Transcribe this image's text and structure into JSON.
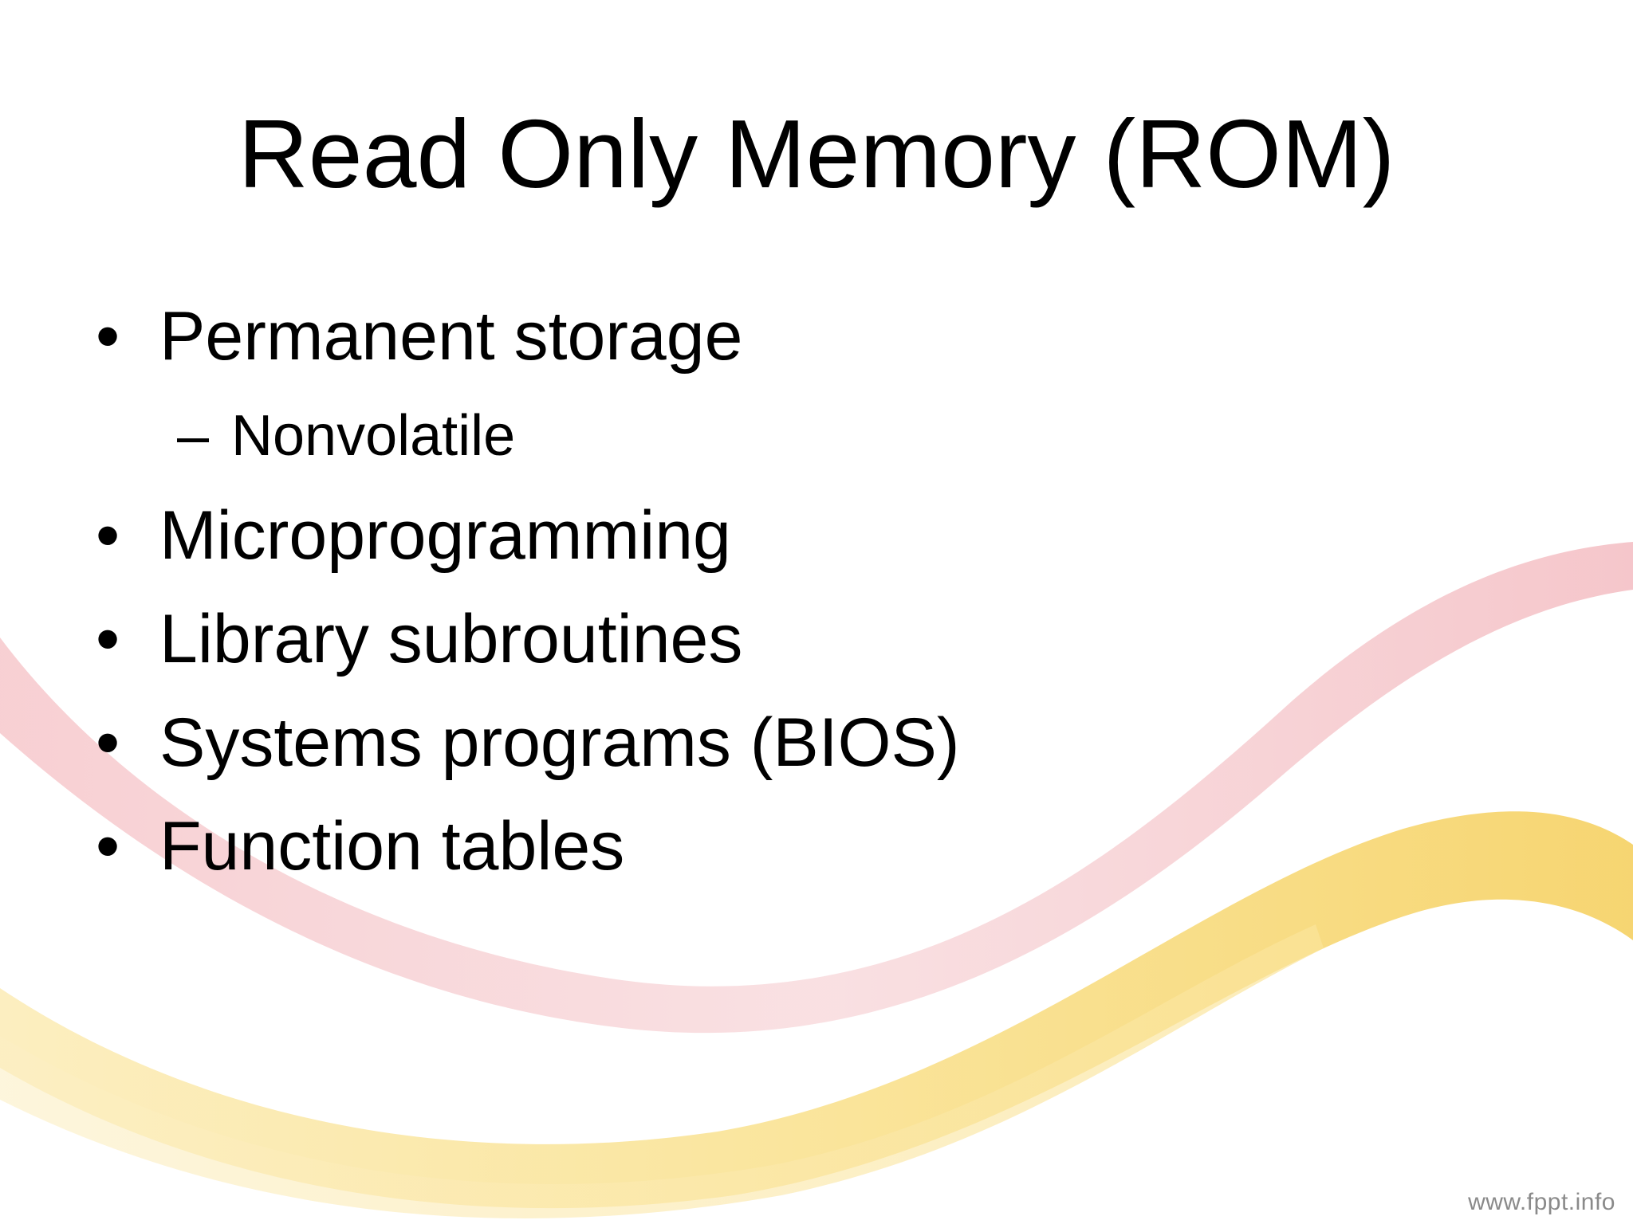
{
  "slide": {
    "title": "Read Only Memory (ROM)",
    "bullets": [
      {
        "marker": "•",
        "text": "Permanent storage"
      },
      {
        "marker": "•",
        "text": "Microprogramming"
      },
      {
        "marker": "•",
        "text": "Library subroutines"
      },
      {
        "marker": "•",
        "text": "Systems programs (BIOS)"
      },
      {
        "marker": "•",
        "text": "Function tables"
      }
    ],
    "sub_bullets": [
      {
        "marker": "–",
        "text": "Nonvolatile"
      }
    ],
    "watermark": "www.fppt.info"
  },
  "theme": {
    "background": "#ffffff",
    "text_color": "#000000",
    "swoosh_pink": "#f4c2c6",
    "swoosh_yellow": "#f8dd7a"
  }
}
